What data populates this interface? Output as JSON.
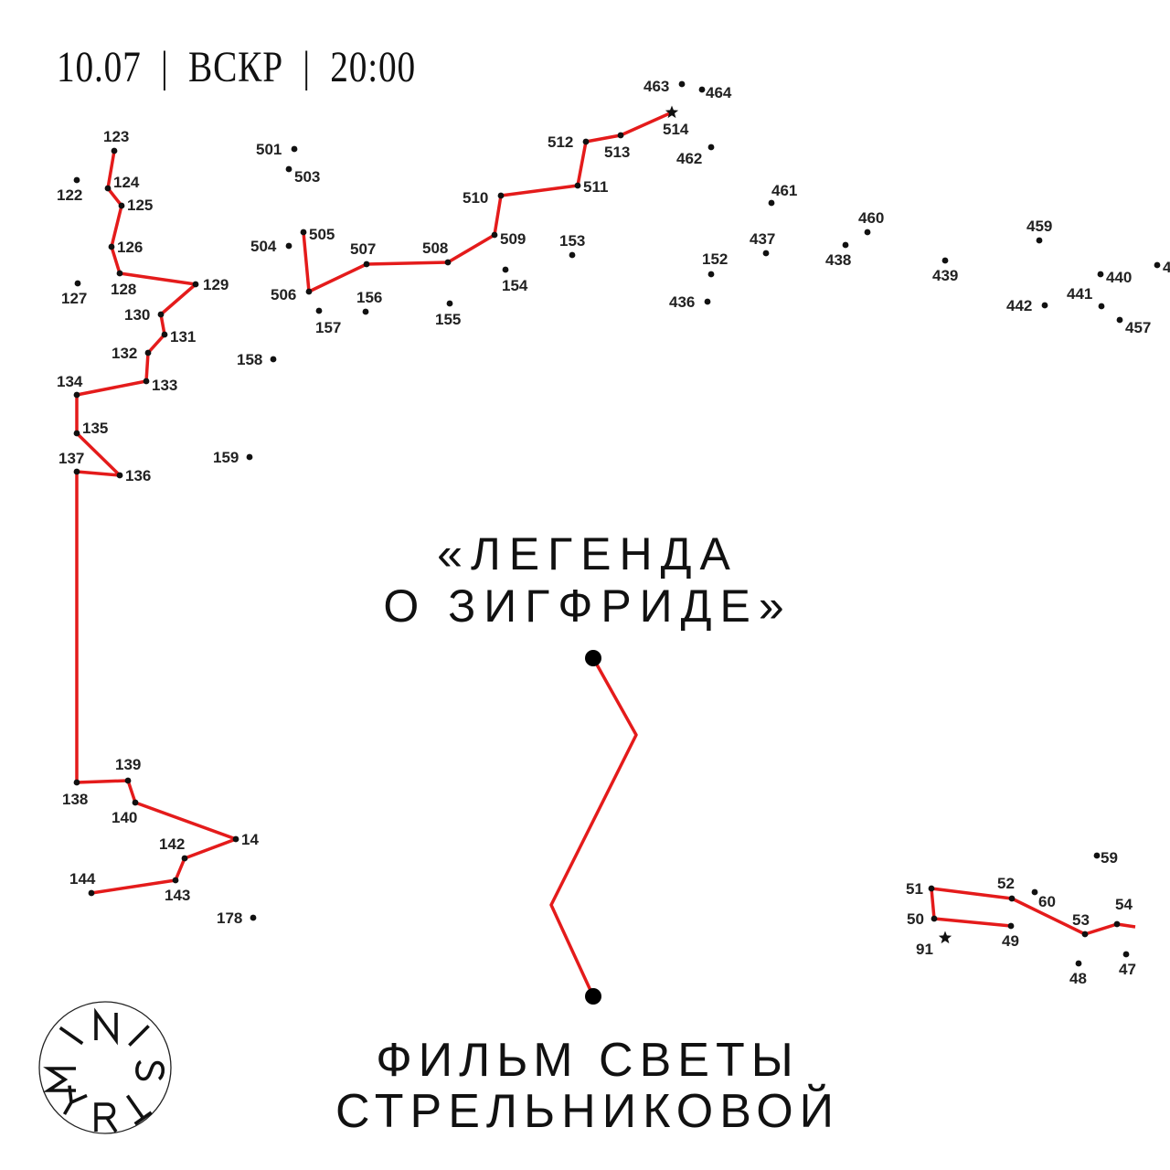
{
  "header": {
    "date": "10.07",
    "day": "ВСКР",
    "time": "20:00",
    "separator": "|"
  },
  "film_title": {
    "line1": "«ЛЕГЕНДА",
    "line2": "О ЗИГФРИДЕ»"
  },
  "subtitle": {
    "line1": "ФИЛЬМ СВЕТЫ",
    "line2": "СТРЕЛЬНИКОВОЙ"
  },
  "logo": {
    "text": "MINISTRY"
  },
  "colors": {
    "line": "#e41b1b",
    "dot": "#111111"
  },
  "dot_labels": [
    "123",
    "122",
    "124",
    "125",
    "126",
    "127",
    "128",
    "129",
    "130",
    "131",
    "132",
    "133",
    "134",
    "135",
    "137",
    "136",
    "138",
    "139",
    "140",
    "14",
    "142",
    "143",
    "144",
    "178",
    "158",
    "159",
    "501",
    "503",
    "504",
    "505",
    "506",
    "157",
    "156",
    "507",
    "508",
    "155",
    "509",
    "154",
    "510",
    "511",
    "153",
    "512",
    "513",
    "514",
    "463",
    "464",
    "462",
    "461",
    "152",
    "436",
    "437",
    "460",
    "438",
    "439",
    "459",
    "440",
    "442",
    "441",
    "457",
    "4",
    "59",
    "51",
    "52",
    "60",
    "50",
    "49",
    "91",
    "53",
    "54",
    "48",
    "47"
  ]
}
